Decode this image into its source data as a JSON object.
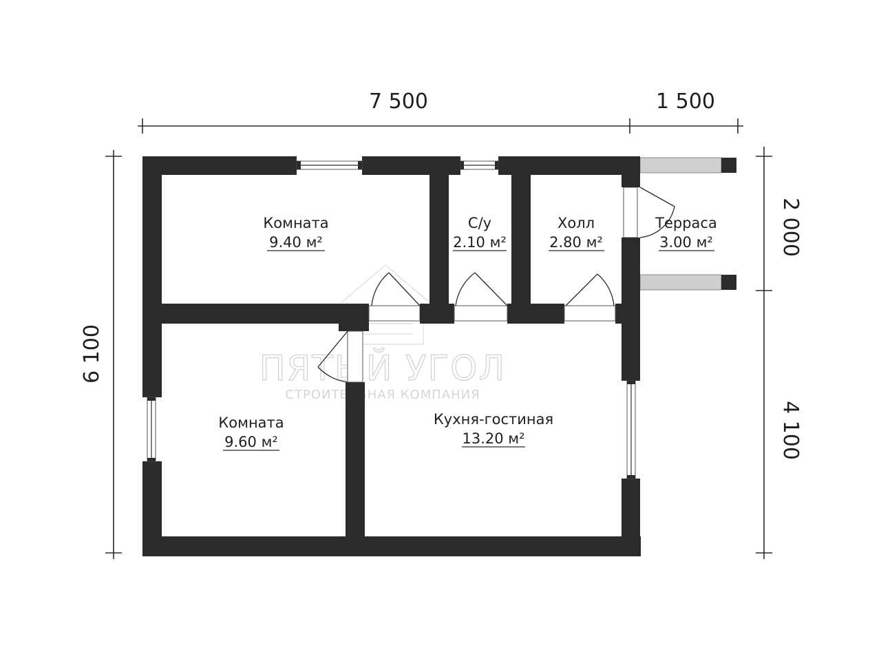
{
  "dimensions": {
    "top_main": "7 500",
    "top_side": "1 500",
    "left_total": "6 100",
    "right_top": "2 000",
    "right_bottom": "4 100"
  },
  "rooms": [
    {
      "name": "Комната",
      "area": "9.40 м²"
    },
    {
      "name": "С/у",
      "area": "2.10 м²"
    },
    {
      "name": "Холл",
      "area": "2.80 м²"
    },
    {
      "name": "Терраса",
      "area": "3.00 м²"
    },
    {
      "name": "Комната",
      "area": "9.60 м²"
    },
    {
      "name": "Кухня-гостиная",
      "area": "13.20 м²"
    }
  ],
  "watermark": {
    "title": "ПЯТЫЙ УГОЛ",
    "subtitle": "СТРОИТЕЛЬНАЯ КОМПАНИЯ"
  },
  "colors": {
    "wall": "#2b2b2b",
    "background": "#ffffff"
  }
}
